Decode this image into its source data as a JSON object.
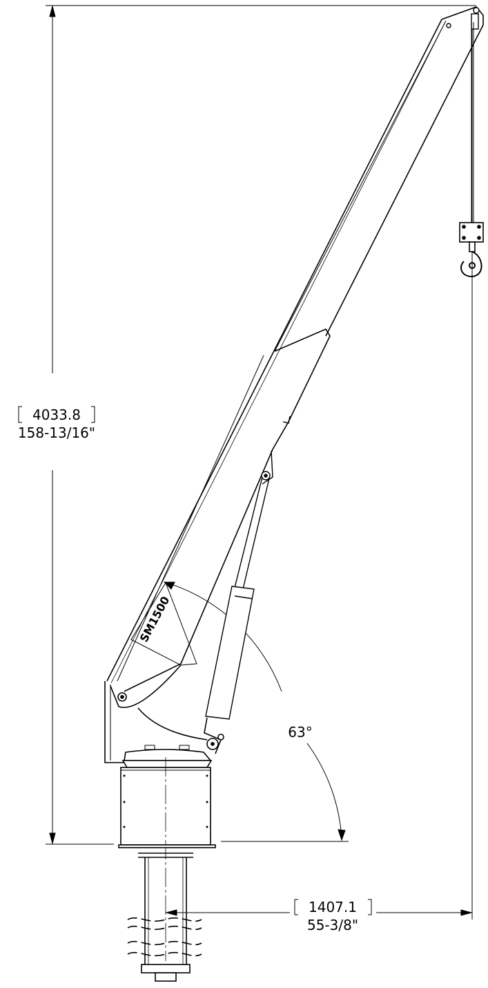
{
  "drawing": {
    "height_dimension": {
      "metric": "4033.8",
      "imperial": "158-13/16\""
    },
    "reach_dimension": {
      "metric": "1407.1",
      "imperial": "55-3/8\""
    },
    "boom_angle": "63°",
    "boom_label": "SM1500"
  },
  "colors": {
    "line": "#000000",
    "background": "#ffffff"
  }
}
